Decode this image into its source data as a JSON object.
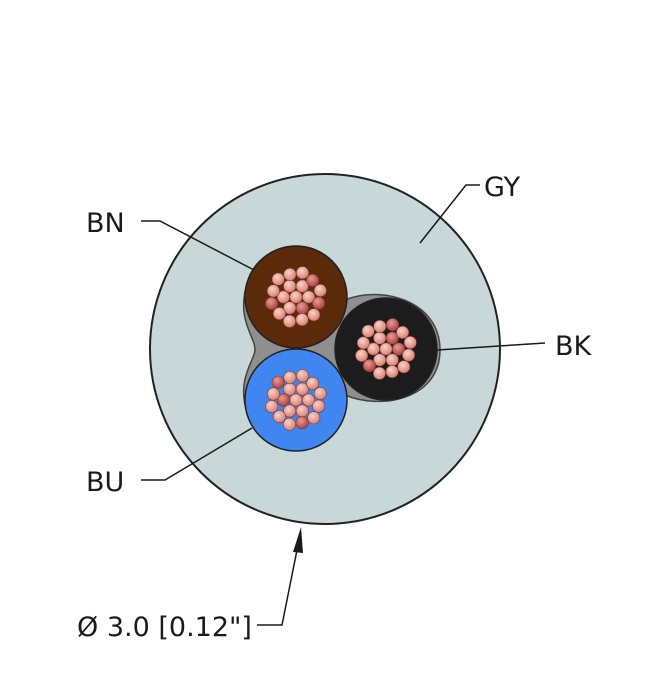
{
  "labels": {
    "gray_jacket": "GY",
    "brown_conductor": "BN",
    "black_conductor": "BK",
    "blue_conductor": "BU",
    "diameter": "Ø 3.0 [0.12\"]"
  },
  "colors": {
    "jacket": "#c8d7d7",
    "jacket_outline": "#222222",
    "filler": "#8f8f8f",
    "brown": "#5b2a08",
    "black": "#1c1c1c",
    "blue": "#3f86f0",
    "strand_light": "#f0b8ac",
    "strand_mid": "#e79a8d",
    "strand_dark": "#b94a48"
  },
  "icons": [
    "cable-cross-section-icon",
    "dimension-arrow-icon"
  ]
}
